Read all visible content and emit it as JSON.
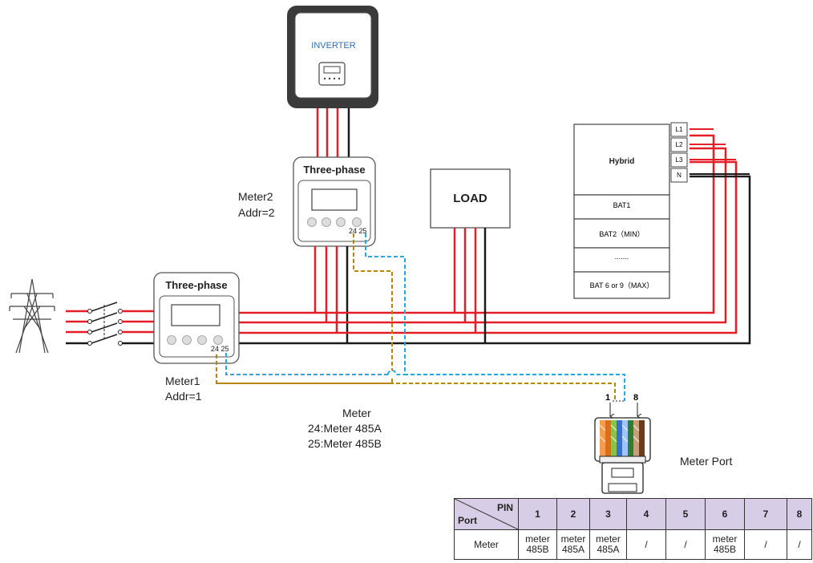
{
  "diagram": {
    "inverter_label": "INVERTER",
    "meter2": {
      "title": "Three-phase",
      "terminals": "24 25",
      "name": "Meter2",
      "addr": "Addr=2"
    },
    "meter1": {
      "title": "Three-phase",
      "terminals": "24 25",
      "name": "Meter1",
      "addr": "Addr=1"
    },
    "load_label": "LOAD",
    "hybrid": {
      "title": "Hybrid",
      "terminals": [
        "L1",
        "L2",
        "L3",
        "N"
      ],
      "batteries": [
        "BAT1",
        "BAT2（MIN）",
        ".......",
        "BAT 6 or 9（MAX）"
      ]
    },
    "meter_note": {
      "title": "Meter",
      "line1": "24:Meter 485A",
      "line2": "25:Meter 485B"
    },
    "connector": {
      "pin_left": "1",
      "pin_right": "8"
    },
    "meter_port_label": "Meter Port",
    "colors": {
      "phase": "#e41e26",
      "neutral": "#1a1a1a",
      "rs485_a": "#b8860b",
      "rs485_b": "#29a8e0",
      "table_header": "#d8cde6"
    }
  },
  "pin_table": {
    "corner_pin": "PIN",
    "corner_port": "Port",
    "pins": [
      "1",
      "2",
      "3",
      "4",
      "5",
      "6",
      "7",
      "8"
    ],
    "row_label": "Meter",
    "row_values": [
      [
        "meter",
        "485B"
      ],
      [
        "meter",
        "485A"
      ],
      [
        "meter",
        "485A"
      ],
      [
        "/"
      ],
      [
        "/"
      ],
      [
        "meter",
        "485B"
      ],
      [
        "/"
      ],
      [
        "/"
      ]
    ]
  }
}
